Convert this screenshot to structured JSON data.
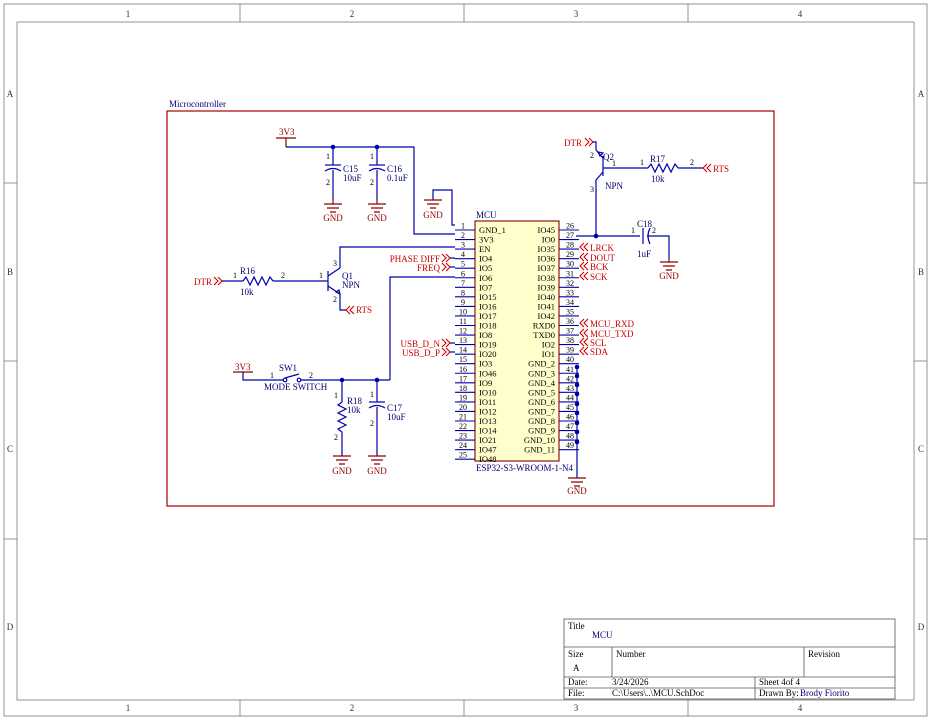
{
  "frame": {
    "columns": [
      "1",
      "2",
      "3",
      "4"
    ],
    "rows": [
      "A",
      "B",
      "C",
      "D"
    ]
  },
  "sheet_box_label": "Microcontroller",
  "power": {
    "v3_top": "3V3",
    "v3_sw": "3V3",
    "gnd": "GND"
  },
  "components": {
    "c15": {
      "designator": "C15",
      "value": "10uF",
      "pin1": "1",
      "pin2": "2"
    },
    "c16": {
      "designator": "C16",
      "value": "0.1uF",
      "pin1": "1",
      "pin2": "2"
    },
    "c17": {
      "designator": "C17",
      "value": "10uF",
      "pin1": "1",
      "pin2": "2"
    },
    "c18": {
      "designator": "C18",
      "value": "1uF",
      "pin1": "1",
      "pin2": "2"
    },
    "r16": {
      "designator": "R16",
      "value": "10k",
      "pin1": "1",
      "pin2": "2"
    },
    "r17": {
      "designator": "R17",
      "value": "10k",
      "pin1": "1",
      "pin2": "2"
    },
    "r18": {
      "designator": "R18",
      "value": "10k",
      "pin1": "1",
      "pin2": "2"
    },
    "q1": {
      "designator": "Q1",
      "value": "NPN",
      "p1": "1",
      "p2": "2",
      "p3": "3"
    },
    "q2": {
      "designator": "Q2",
      "value": "NPN",
      "p1": "1",
      "p2": "2",
      "p3": "3"
    },
    "sw1": {
      "designator": "SW1",
      "value": "MODE SWITCH",
      "pin1": "1",
      "pin2": "2"
    }
  },
  "mcu": {
    "designator": "MCU",
    "part": "ESP32-S3-WROOM-1-N4",
    "left_pins": [
      {
        "num": "1",
        "name": "GND_1"
      },
      {
        "num": "2",
        "name": "3V3"
      },
      {
        "num": "3",
        "name": "EN"
      },
      {
        "num": "4",
        "name": "IO4"
      },
      {
        "num": "5",
        "name": "IO5"
      },
      {
        "num": "6",
        "name": "IO6"
      },
      {
        "num": "7",
        "name": "IO7"
      },
      {
        "num": "8",
        "name": "IO15"
      },
      {
        "num": "9",
        "name": "IO16"
      },
      {
        "num": "10",
        "name": "IO17"
      },
      {
        "num": "11",
        "name": "IO18"
      },
      {
        "num": "12",
        "name": "IO8"
      },
      {
        "num": "13",
        "name": "IO19"
      },
      {
        "num": "14",
        "name": "IO20"
      },
      {
        "num": "15",
        "name": "IO3"
      },
      {
        "num": "16",
        "name": "IO46"
      },
      {
        "num": "17",
        "name": "IO9"
      },
      {
        "num": "18",
        "name": "IO10"
      },
      {
        "num": "19",
        "name": "IO11"
      },
      {
        "num": "20",
        "name": "IO12"
      },
      {
        "num": "21",
        "name": "IO13"
      },
      {
        "num": "22",
        "name": "IO14"
      },
      {
        "num": "23",
        "name": "IO21"
      },
      {
        "num": "24",
        "name": "IO47"
      },
      {
        "num": "25",
        "name": "IO48"
      }
    ],
    "right_pins": [
      {
        "num": "26",
        "name": "IO45"
      },
      {
        "num": "27",
        "name": "IO0"
      },
      {
        "num": "28",
        "name": "IO35"
      },
      {
        "num": "29",
        "name": "IO36"
      },
      {
        "num": "30",
        "name": "IO37"
      },
      {
        "num": "31",
        "name": "IO38"
      },
      {
        "num": "32",
        "name": "IO39"
      },
      {
        "num": "33",
        "name": "IO40"
      },
      {
        "num": "34",
        "name": "IO41"
      },
      {
        "num": "35",
        "name": "IO42"
      },
      {
        "num": "36",
        "name": "RXD0"
      },
      {
        "num": "37",
        "name": "TXD0"
      },
      {
        "num": "38",
        "name": "IO2"
      },
      {
        "num": "39",
        "name": "IO1"
      },
      {
        "num": "40",
        "name": "GND_2"
      },
      {
        "num": "41",
        "name": "GND_3"
      },
      {
        "num": "42",
        "name": "GND_4"
      },
      {
        "num": "43",
        "name": "GND_5"
      },
      {
        "num": "44",
        "name": "GND_6"
      },
      {
        "num": "45",
        "name": "GND_7"
      },
      {
        "num": "46",
        "name": "GND_8"
      },
      {
        "num": "47",
        "name": "GND_9"
      },
      {
        "num": "48",
        "name": "GND_10"
      },
      {
        "num": "49",
        "name": "GND_11"
      }
    ]
  },
  "nets": {
    "dtr_q2": "DTR",
    "rts_r17": "RTS",
    "dtr_r16": "DTR",
    "rts_q1": "RTS",
    "phase_diff": "PHASE DIFF",
    "freq": "FREQ",
    "usb_d_n": "USB_D_N",
    "usb_d_p": "USB_D_P",
    "lrck": "LRCK",
    "dout": "DOUT",
    "bck": "BCK",
    "sck": "SCK",
    "mcu_rxd": "MCU_RXD",
    "mcu_txd": "MCU_TXD",
    "scl": "SCL",
    "sda": "SDA"
  },
  "title_block": {
    "title_label": "Title",
    "title_value": "MCU",
    "size_label": "Size",
    "size_value": "A",
    "number_label": "Number",
    "revision_label": "Revision",
    "date_label": "Date:",
    "date_value": "3/24/2026",
    "file_label": "File:",
    "file_value": "C:\\Users\\..\\MCU.SchDoc",
    "sheet_text": "Sheet 4of 4",
    "drawn_label": "Drawn By:",
    "drawn_value": "Brody Fiorito"
  }
}
